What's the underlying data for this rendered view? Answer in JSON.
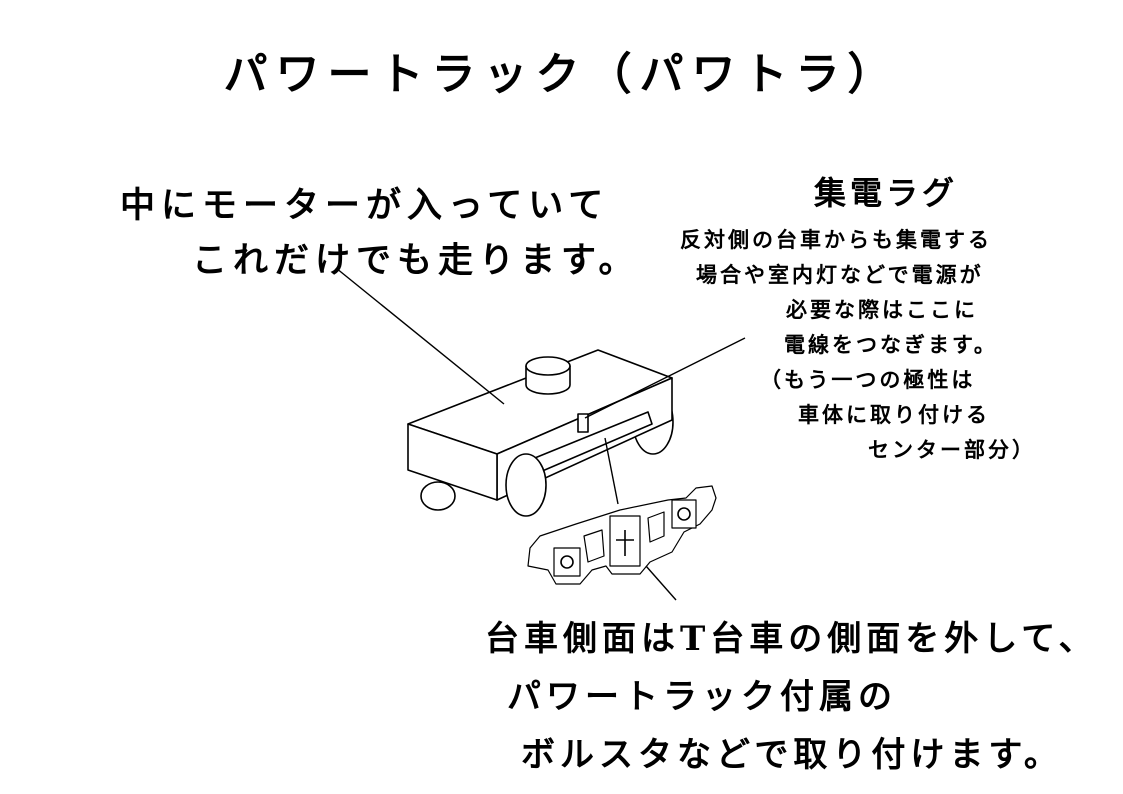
{
  "title": "パワートラック（パワトラ）",
  "motor_note": {
    "line1": "中にモーターが入っていて",
    "line2": "これだけでも走ります。"
  },
  "lug_note": {
    "heading": "集電ラグ",
    "lines": [
      "反対側の台車からも集電する",
      "場合や室内灯などで電源が",
      "必要な際はここに",
      "電線をつなぎます。",
      "（もう一つの極性は",
      "車体に取り付ける",
      "センター部分）"
    ]
  },
  "bogie_note": {
    "line1": "台車側面はT台車の側面を外して、",
    "line2": "パワートラック付属の",
    "line3": "ボルスタなどで取り付けます。"
  }
}
